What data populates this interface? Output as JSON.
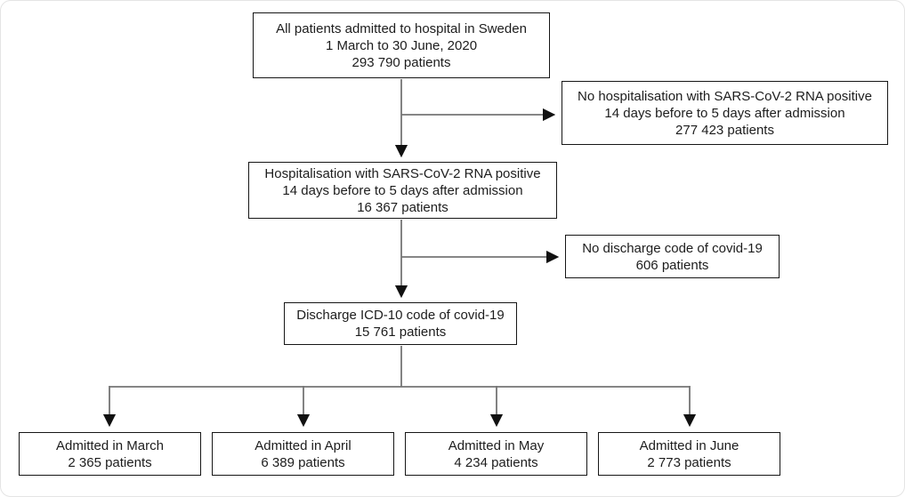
{
  "colors": {
    "box_border": "#161616",
    "line": "#757575",
    "arrow": "#111111",
    "text": "#1d1d1d",
    "background": "#ffffff"
  },
  "nodes": {
    "all_admitted": {
      "lines": [
        "All patients admitted to hospital in Sweden",
        "1 March to 30 June, 2020",
        "293 790 patients"
      ]
    },
    "no_hosp_positive": {
      "lines": [
        "No hospitalisation with SARS-CoV-2 RNA positive",
        "14 days before to 5 days after admission",
        "277 423 patients"
      ]
    },
    "hosp_positive": {
      "lines": [
        "Hospitalisation with SARS-CoV-2 RNA positive",
        "14 days before to 5 days after admission",
        "16 367 patients"
      ]
    },
    "no_discharge_code": {
      "lines": [
        "No discharge code of covid-19",
        "606 patients"
      ]
    },
    "discharge_icd10": {
      "lines": [
        "Discharge ICD-10 code of covid-19",
        "15 761 patients"
      ]
    },
    "march": {
      "lines": [
        "Admitted in March",
        "2 365 patients"
      ]
    },
    "april": {
      "lines": [
        "Admitted in April",
        "6 389 patients"
      ]
    },
    "may": {
      "lines": [
        "Admitted in May",
        "4 234 patients"
      ]
    },
    "june": {
      "lines": [
        "Admitted in June",
        "2 773 patients"
      ]
    }
  }
}
